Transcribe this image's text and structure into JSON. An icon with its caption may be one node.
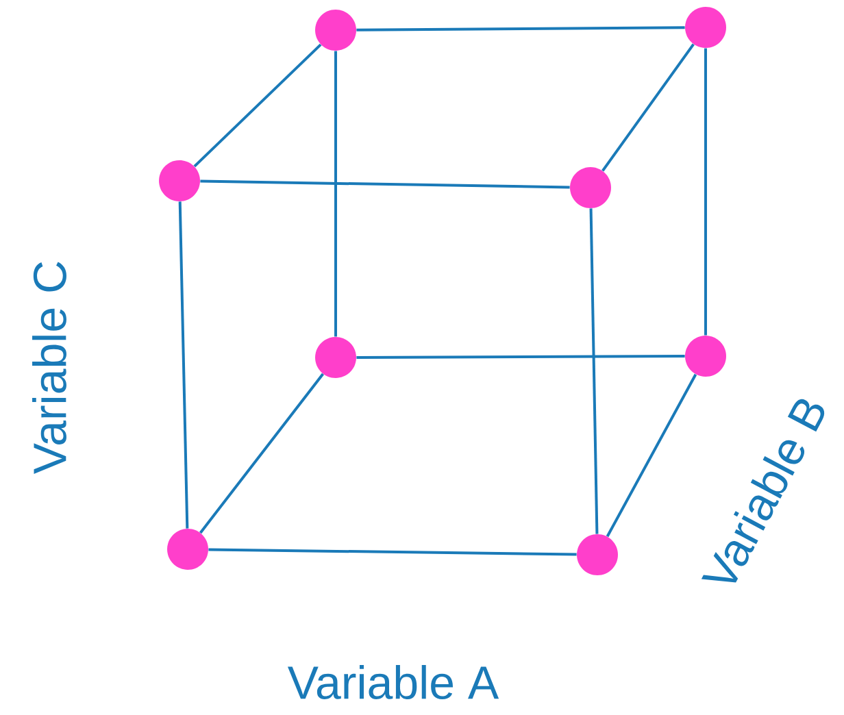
{
  "diagram": {
    "nodes": [
      {
        "text": [],
        "shape": "circle"
      },
      {
        "text": [],
        "shape": "circle"
      },
      {
        "text": [],
        "shape": "circle"
      },
      {
        "text": [],
        "shape": "circle"
      },
      {
        "text": [],
        "shape": "circle"
      },
      {
        "text": [],
        "shape": "circle"
      },
      {
        "text": [],
        "shape": "circle"
      },
      {
        "text": [],
        "shape": "circle"
      }
    ],
    "edges": [
      {
        "from": 0,
        "to": 1,
        "arrow": "none"
      },
      {
        "from": 0,
        "to": 2,
        "arrow": "none"
      },
      {
        "from": 1,
        "to": 3,
        "arrow": "none"
      },
      {
        "from": 2,
        "to": 3,
        "arrow": "none"
      },
      {
        "from": 0,
        "to": 4,
        "arrow": "none"
      },
      {
        "from": 1,
        "to": 5,
        "arrow": "none"
      },
      {
        "from": 2,
        "to": 6,
        "arrow": "none"
      },
      {
        "from": 3,
        "to": 7,
        "arrow": "none"
      },
      {
        "from": 4,
        "to": 5,
        "arrow": "none"
      },
      {
        "from": 4,
        "to": 6,
        "arrow": "none"
      },
      {
        "from": 5,
        "to": 7,
        "arrow": "none"
      },
      {
        "from": 6,
        "to": 7,
        "arrow": "none"
      }
    ],
    "labels": [
      "Variable C",
      "Variable B",
      "Variable A"
    ]
  }
}
